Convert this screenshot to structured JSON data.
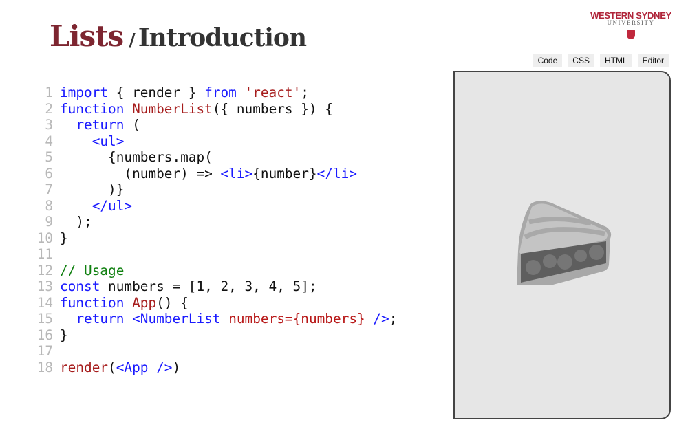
{
  "header": {
    "title_main": "Lists",
    "title_sep": "/",
    "title_sub": "Introduction"
  },
  "logo": {
    "line1": "WESTERN SYDNEY",
    "line2": "UNIVERSITY"
  },
  "tabs": [
    {
      "label": "Code"
    },
    {
      "label": "CSS"
    },
    {
      "label": "HTML"
    },
    {
      "label": "Editor"
    }
  ],
  "colors": {
    "keyword": "#1a1aff",
    "definition": "#a61c1c",
    "comment": "#108010",
    "brand": "#7d2530"
  },
  "preview": {
    "image": "pie-slice-icon"
  },
  "code": [
    [
      [
        "import",
        "k"
      ],
      [
        " { render } ",
        "p"
      ],
      [
        "from",
        "k"
      ],
      [
        " ",
        "p"
      ],
      [
        "'react'",
        "s"
      ],
      [
        ";",
        "p"
      ]
    ],
    [
      [
        "function",
        "k"
      ],
      [
        " ",
        "p"
      ],
      [
        "NumberList",
        "d"
      ],
      [
        "({ numbers }) {",
        "p"
      ]
    ],
    [
      [
        "  ",
        "p"
      ],
      [
        "return",
        "k"
      ],
      [
        " (",
        "p"
      ]
    ],
    [
      [
        "    ",
        "p"
      ],
      [
        "<ul>",
        "t"
      ]
    ],
    [
      [
        "      {numbers.map(",
        "p"
      ]
    ],
    [
      [
        "        (number) => ",
        "p"
      ],
      [
        "<li>",
        "t"
      ],
      [
        "{number}",
        "p"
      ],
      [
        "</li>",
        "t"
      ]
    ],
    [
      [
        "      )}",
        "p"
      ]
    ],
    [
      [
        "    ",
        "p"
      ],
      [
        "</ul>",
        "t"
      ]
    ],
    [
      [
        "  );",
        "p"
      ]
    ],
    [
      [
        "}",
        "p"
      ]
    ],
    [],
    [
      [
        "// Usage",
        "c"
      ]
    ],
    [
      [
        "const",
        "k"
      ],
      [
        " numbers = [1, 2, 3, 4, 5];",
        "p"
      ]
    ],
    [
      [
        "function",
        "k"
      ],
      [
        " ",
        "p"
      ],
      [
        "App",
        "d"
      ],
      [
        "() {",
        "p"
      ]
    ],
    [
      [
        "  ",
        "p"
      ],
      [
        "return",
        "k"
      ],
      [
        " ",
        "p"
      ],
      [
        "<NumberList",
        "t"
      ],
      [
        " ",
        "p"
      ],
      [
        "numbers=",
        "a"
      ],
      [
        "{numbers}",
        "a"
      ],
      [
        " />",
        "t"
      ],
      [
        ";",
        "p"
      ]
    ],
    [
      [
        "}",
        "p"
      ]
    ],
    [],
    [
      [
        "render",
        "d"
      ],
      [
        "(",
        "p"
      ],
      [
        "<App />",
        "t"
      ],
      [
        ")",
        "p"
      ]
    ]
  ]
}
